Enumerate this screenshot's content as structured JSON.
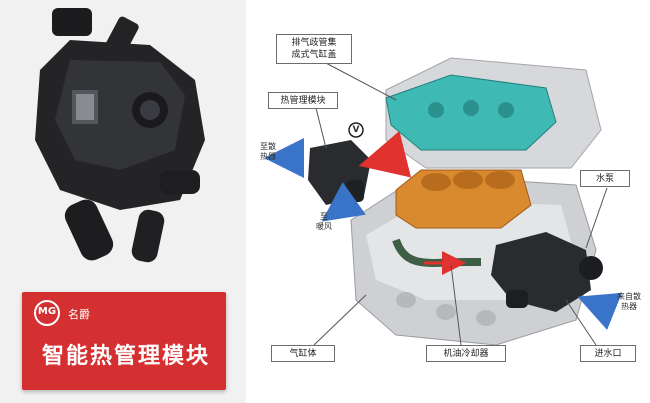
{
  "card": {
    "logo": "MG",
    "brand": "名爵",
    "title": "智能热管理模块"
  },
  "labels": {
    "exhaust_manifold": "排气歧管集\n成式气缸盖",
    "thermal_module": "热管理模块",
    "water_pump": "水泵",
    "to_radiator": "至散\n热器",
    "to_heater": "至\n暖风",
    "from_radiator": "来自散\n热器",
    "cylinder_block": "气缸体",
    "oil_cooler": "机油冷却器",
    "water_inlet": "进水口",
    "valve_symbol": "V"
  },
  "colors": {
    "card_red": "#d43032",
    "cylinder_head_teal": "#3fb9b4",
    "liner_orange": "#d9892e",
    "arrow_blue": "#3a74c9",
    "arrow_purple": "#8a3fb6",
    "arrow_red": "#e0322f",
    "engine_gray": "#d2d3d6",
    "part_black": "#2a2b2e"
  }
}
